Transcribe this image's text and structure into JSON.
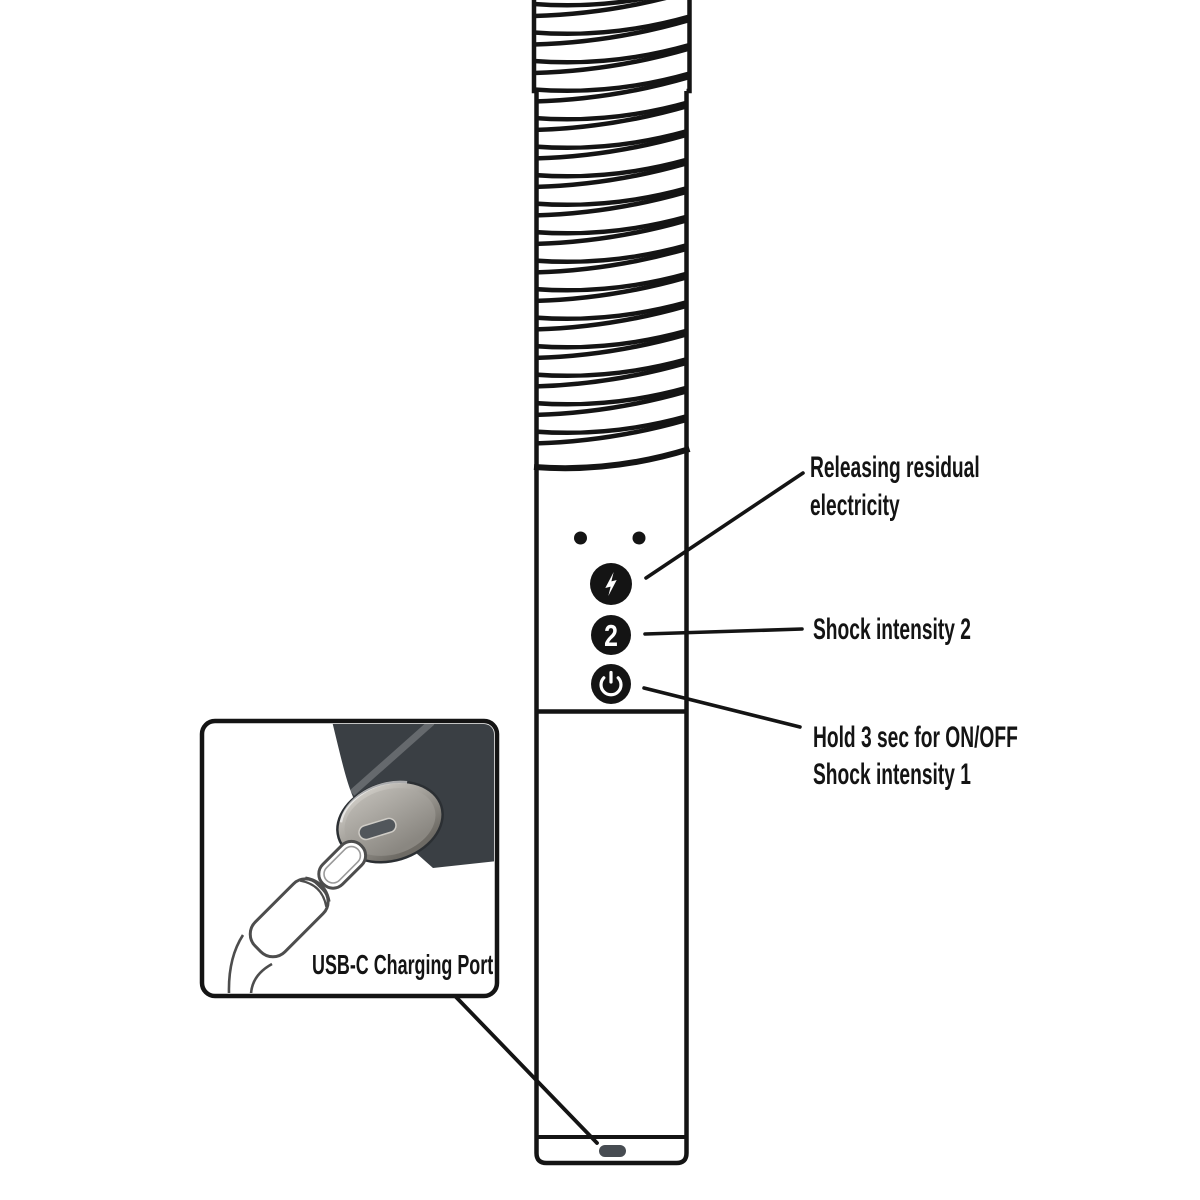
{
  "diagram": {
    "labels": {
      "residual": {
        "line1": "Releasing residual",
        "line2": "electricity"
      },
      "intensity2": {
        "text": "Shock intensity 2"
      },
      "power": {
        "line1": "Hold 3 sec for ON/OFF",
        "line2": "Shock intensity 1"
      },
      "usbc": {
        "text": "USB-C Charging Port"
      }
    },
    "device": {
      "indicator_dots": 2,
      "buttons": [
        {
          "name": "discharge",
          "icon": "lightning-bolt-icon",
          "label": ""
        },
        {
          "name": "intensity-2",
          "icon": "",
          "label": "2"
        },
        {
          "name": "power",
          "icon": "power-icon",
          "label": ""
        }
      ]
    },
    "colors": {
      "line": "#141414",
      "button_fill": "#141414",
      "glyph": "#ffffff",
      "port_pill": "#474c52",
      "inset_cylinder": "#3a3f44",
      "cap_shadow": "#2b2f33",
      "slot": "#51565b",
      "connector_outline": "#4d4d4d"
    }
  }
}
